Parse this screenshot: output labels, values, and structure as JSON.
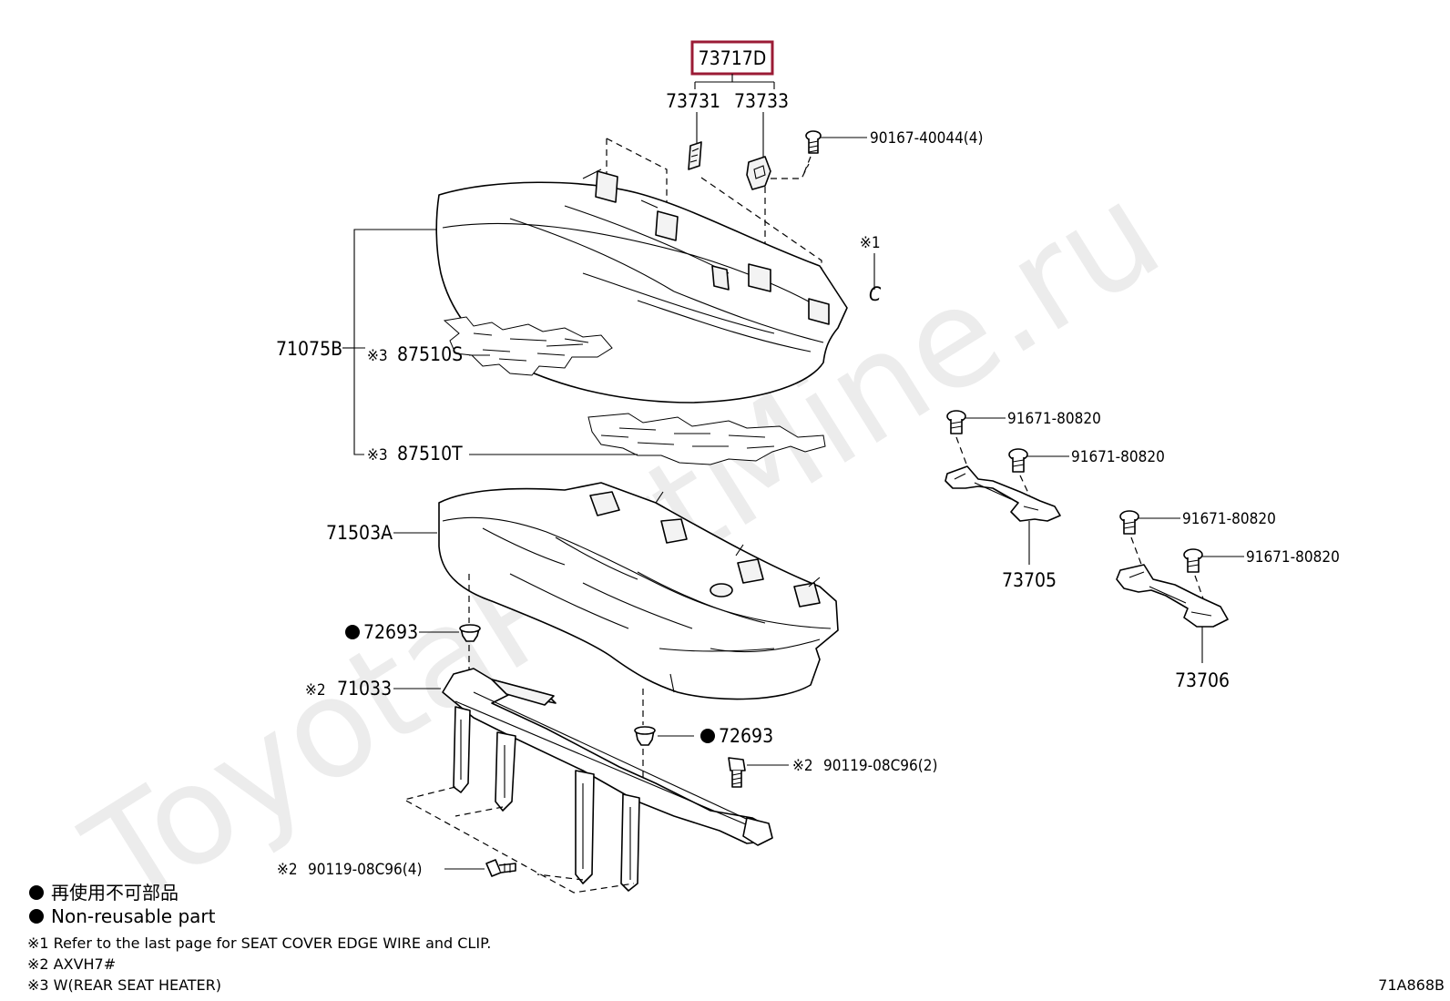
{
  "watermark": "ToyotaPartMine.ru",
  "figure_code": "71A868B",
  "assembly_ref": "73717D",
  "parts": {
    "p73731": "73731",
    "p73733": "73733",
    "p90167": "90167-40044(4)",
    "p71075B": "71075B",
    "p87510S": "87510S",
    "p87510T": "87510T",
    "p71503A": "71503A",
    "p72693_a": "72693",
    "p72693_b": "72693",
    "p71033": "71033",
    "p90119_a": "90119-08C96(2)",
    "p90119_b": "90119-08C96(4)",
    "p91671_a": "91671-80820",
    "p91671_b": "91671-80820",
    "p91671_c": "91671-80820",
    "p91671_d": "91671-80820",
    "p73705": "73705",
    "p73706": "73706"
  },
  "markers": {
    "ref1": "※1",
    "ref2": "※2",
    "ref3": "※3",
    "clip_letter": "C",
    "bullet": "●"
  },
  "legend": {
    "non_reusable_jp": "再使用不可部品",
    "non_reusable_en": "Non-reusable part"
  },
  "notes": {
    "note1": "※1 Refer to the last page for SEAT COVER EDGE WIRE and CLIP.",
    "note2": "※2 AXVH7#",
    "note3": "※3 W(REAR SEAT HEATER)"
  },
  "colors": {
    "highlight_box": "#9b1b35",
    "lines": "#000000",
    "watermark": "#ececec"
  }
}
